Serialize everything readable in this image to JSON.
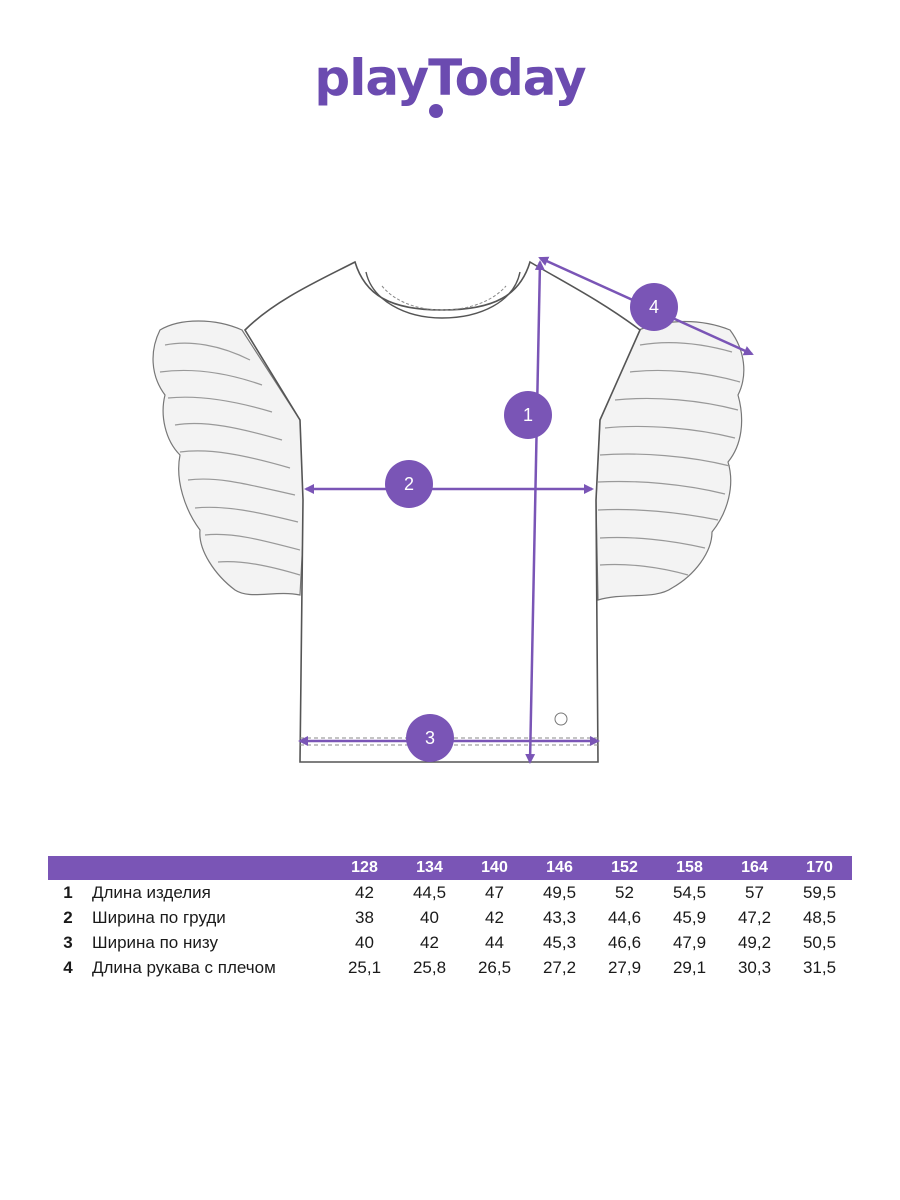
{
  "brand": {
    "logo_text": "playToday"
  },
  "colors": {
    "accent": "#7a55b6",
    "logo": "#6b4bb0",
    "garment_line": "#555555"
  },
  "diagram": {
    "markers": [
      {
        "label": "1"
      },
      {
        "label": "2"
      },
      {
        "label": "3"
      },
      {
        "label": "4"
      }
    ]
  },
  "table": {
    "sizes": [
      "128",
      "134",
      "140",
      "146",
      "152",
      "158",
      "164",
      "170"
    ],
    "rows": [
      {
        "num": "1",
        "name": "Длина изделия",
        "values": [
          "42",
          "44,5",
          "47",
          "49,5",
          "52",
          "54,5",
          "57",
          "59,5"
        ]
      },
      {
        "num": "2",
        "name": "Ширина по груди",
        "values": [
          "38",
          "40",
          "42",
          "43,3",
          "44,6",
          "45,9",
          "47,2",
          "48,5"
        ]
      },
      {
        "num": "3",
        "name": "Ширина по низу",
        "values": [
          "40",
          "42",
          "44",
          "45,3",
          "46,6",
          "47,9",
          "49,2",
          "50,5"
        ]
      },
      {
        "num": "4",
        "name": "Длина рукава с плечом",
        "values": [
          "25,1",
          "25,8",
          "26,5",
          "27,2",
          "27,9",
          "29,1",
          "30,3",
          "31,5"
        ]
      }
    ]
  }
}
